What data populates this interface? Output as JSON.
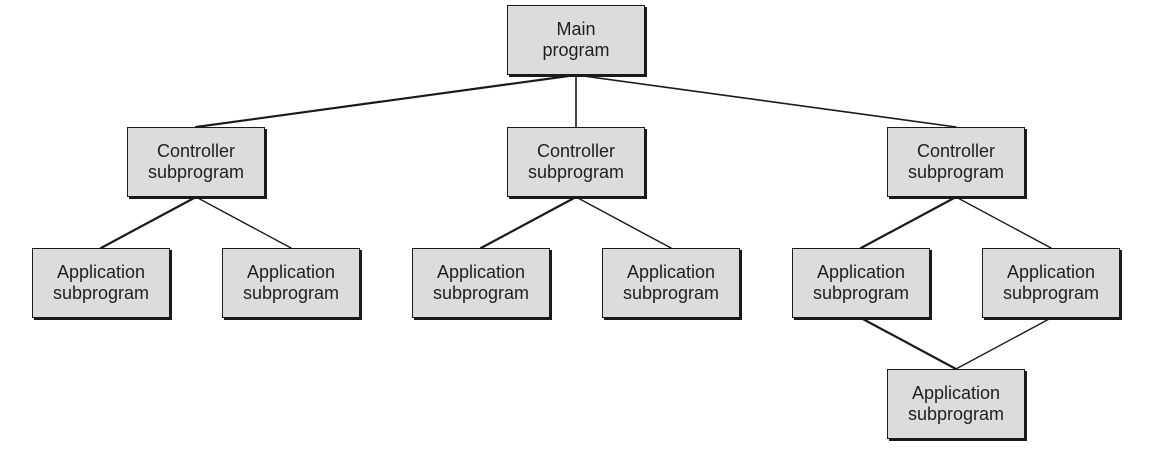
{
  "main": {
    "label": "Main\nprogram"
  },
  "controllers": [
    {
      "label": "Controller\nsubprogram"
    },
    {
      "label": "Controller\nsubprogram"
    },
    {
      "label": "Controller\nsubprogram"
    }
  ],
  "applications": [
    {
      "label": "Application\nsubprogram"
    },
    {
      "label": "Application\nsubprogram"
    },
    {
      "label": "Application\nsubprogram"
    },
    {
      "label": "Application\nsubprogram"
    },
    {
      "label": "Application\nsubprogram"
    },
    {
      "label": "Application\nsubprogram"
    },
    {
      "label": "Application\nsubprogram"
    }
  ],
  "colors": {
    "box_fill": "#dcdcdc",
    "box_border": "#1a1a1a",
    "line": "#1a1a1a",
    "text": "#1f1f1f"
  }
}
